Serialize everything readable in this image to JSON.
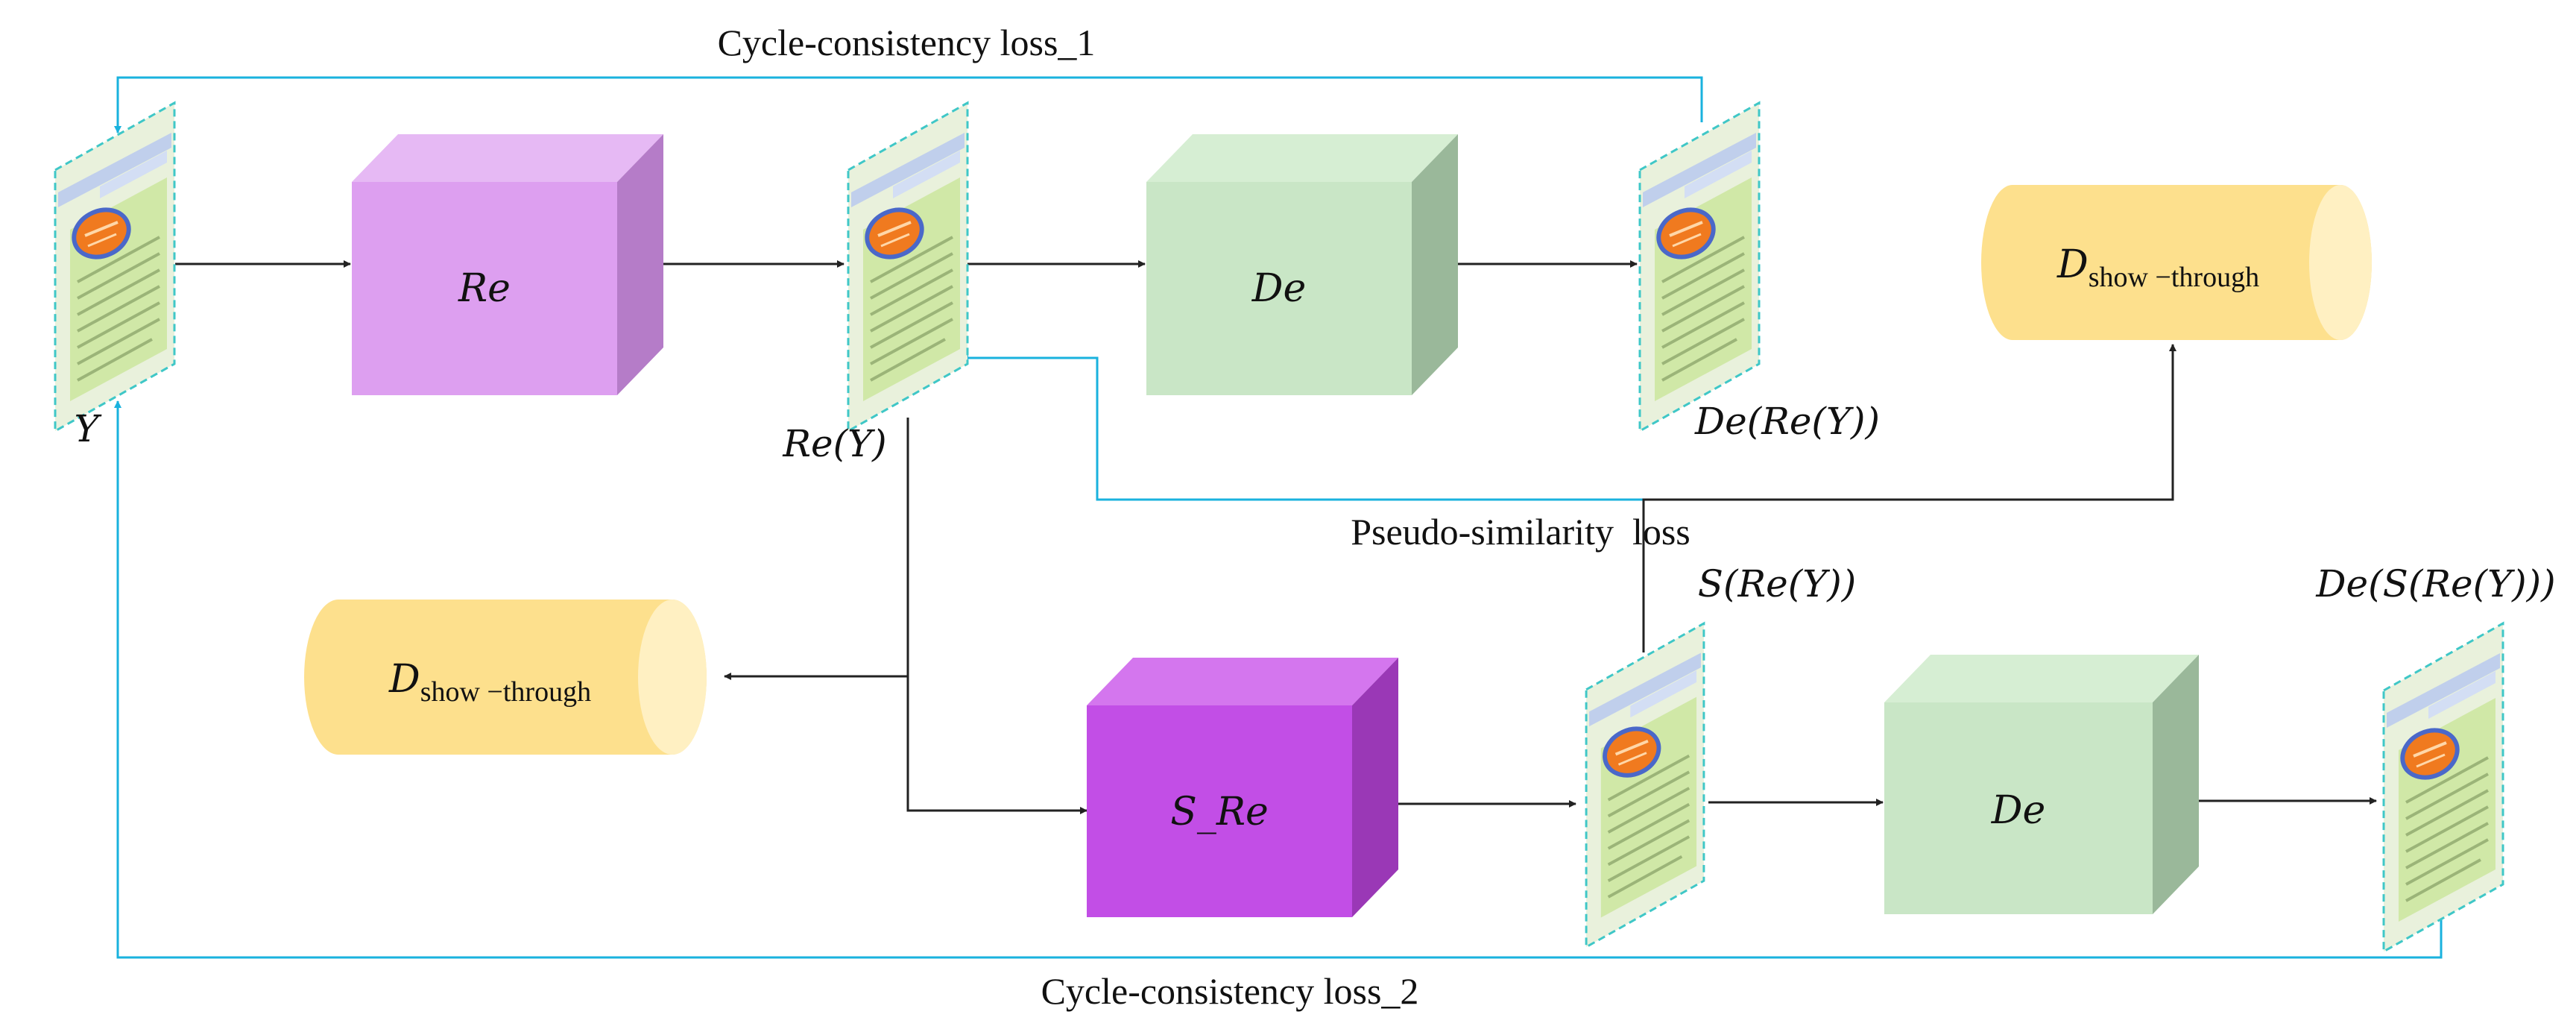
{
  "colors": {
    "arrow": "#222222",
    "loss_arrow": "#19b2de",
    "re_front": "#dd9ff0",
    "re_top": "#e6b9f4",
    "re_side": "#b57cc8",
    "de_front": "#c9e6c6",
    "de_top": "#d6eed3",
    "de_side": "#9ab89a",
    "sre_front": "#c24ee6",
    "sre_top": "#d476ee",
    "sre_side": "#9a38b6",
    "cyl_body": "#fde08d",
    "cyl_cap": "#fff0c2",
    "doc_border": "#3fc7c7",
    "doc_paper": "#e3eecf",
    "doc_green": "#c9e69a",
    "doc_badge": "#f07a1f",
    "doc_badge_ring": "#4a68c9"
  },
  "losses": {
    "cycle1": "Cycle-consistency loss_1",
    "cycle2": "Cycle-consistency loss_2",
    "pseudo": "Pseudo-similarity  loss"
  },
  "blocks": {
    "re": "Re",
    "de_top": "De",
    "s_re": "S_Re",
    "de_bottom": "De"
  },
  "discriminators": {
    "top_right": {
      "main": "D",
      "sub": "show −through"
    },
    "bottom_left": {
      "main": "D",
      "sub": "show −through"
    }
  },
  "images": {
    "y": "Y",
    "re_y": "Re(Y)",
    "de_re_y": "De(Re(Y))",
    "s_re_y": "S(Re(Y))",
    "de_s_re_y": "De(S(Re(Y)))"
  }
}
